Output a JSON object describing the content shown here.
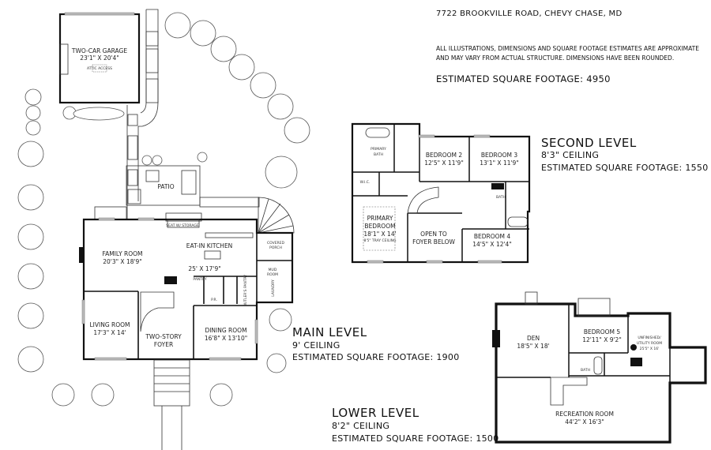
{
  "header": {
    "address": "7722 BROOKVILLE ROAD, CHEVY CHASE, MD",
    "disclaimer_line1": "ALL ILLUSTRATIONS, DIMENSIONS AND SQUARE FOOTAGE ESTIMATES ARE APPROXIMATE",
    "disclaimer_line2": "AND MAY VARY FROM ACTUAL STRUCTURE. DIMENSIONS HAVE BEEN ROUNDED.",
    "total_sqft": "ESTIMATED SQUARE FOOTAGE: 4950"
  },
  "main_level": {
    "title": "MAIN LEVEL",
    "ceiling": "9' CEILING",
    "sqft": "ESTIMATED SQUARE FOOTAGE: 1900",
    "rooms": {
      "garage": "TWO-CAR GARAGE",
      "garage_dim": "23'1\" X 20'4\"",
      "attic": "ATTIC ACCESS",
      "patio": "PATIO",
      "seat": "SEAT W/ STORAGE",
      "family": "FAMILY ROOM",
      "family_dim": "20'3\" X 18'9\"",
      "kitchen": "EAT-IN KITCHEN",
      "kitchen_dim": "25' X 17'9\"",
      "porch1": "COVERED",
      "porch2": "PORCH",
      "mud1": "MUD",
      "mud2": "ROOM",
      "pantry": "PANTRY",
      "pr": "P.R.",
      "butler": "BUTLER'S PANTRY",
      "laundry": "LAUNDRY",
      "living": "LIVING ROOM",
      "living_dim": "17'3\" X 14'",
      "foyer1": "TWO-STORY",
      "foyer2": "FOYER",
      "dining": "DINING ROOM",
      "dining_dim": "16'8\" X 13'10\""
    }
  },
  "second_level": {
    "title": "SECOND LEVEL",
    "ceiling": "8'3\" CEILING",
    "sqft": "ESTIMATED SQUARE FOOTAGE: 1550",
    "rooms": {
      "pbath1": "PRIMARY",
      "pbath2": "BATH",
      "bed2": "BEDROOM 2",
      "bed2_dim": "12'5\" X 11'9\"",
      "bed3": "BEDROOM 3",
      "bed3_dim": "13'1\" X 11'9\"",
      "wic": "W.I.C.",
      "bath": "BATH",
      "pbed1": "PRIMARY",
      "pbed2": "BEDROOM",
      "pbed_dim": "18'1\" X 14'",
      "tray": "8'5\" TRAY CEILING",
      "open1": "OPEN TO",
      "open2": "FOYER BELOW",
      "bed4": "BEDROOM 4",
      "bed4_dim": "14'5\" X 12'4\""
    }
  },
  "lower_level": {
    "title": "LOWER LEVEL",
    "ceiling": "8'2\" CEILING",
    "sqft": "ESTIMATED SQUARE FOOTAGE: 1500",
    "rooms": {
      "den": "DEN",
      "den_dim": "18'5\" X 18'",
      "bed5": "BEDROOM 5",
      "bed5_dim": "12'11\" X 9'2\"",
      "util1": "UNFINISHED/",
      "util2": "UTILITY ROOM",
      "util_dim": "25'5\" X 16'",
      "bath": "BATH",
      "rec": "RECREATION ROOM",
      "rec_dim": "44'2\" X 16'3\""
    }
  }
}
